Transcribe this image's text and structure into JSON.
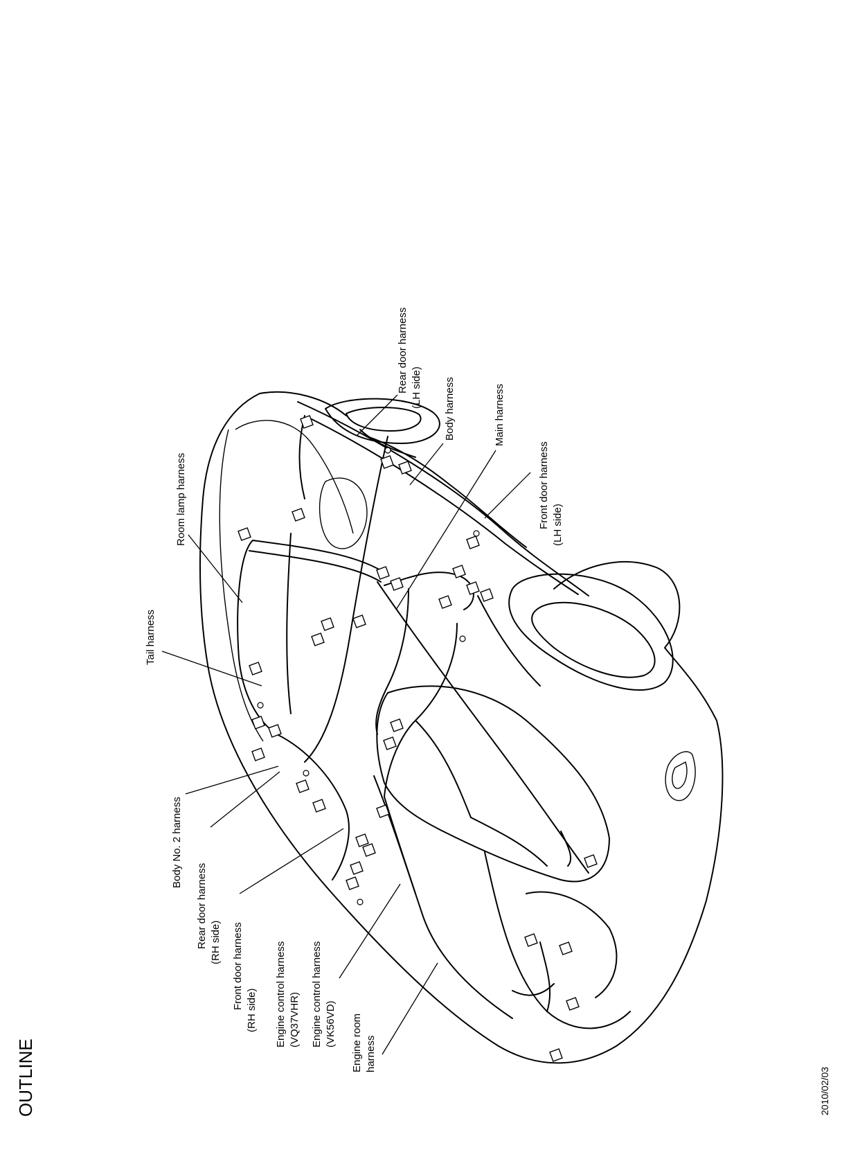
{
  "page": {
    "title": "OUTLINE",
    "date": "2010/02/03"
  },
  "labels": {
    "tail_harness": [
      "Tail harness"
    ],
    "room_lamp_harness": [
      "Room lamp harness"
    ],
    "rear_door_lh": [
      "Rear door harness",
      "(LH side)"
    ],
    "body_harness": [
      "Body harness"
    ],
    "main_harness": [
      "Main harness"
    ],
    "front_door_lh": [
      "Front door harness",
      "(LH side)"
    ],
    "body_no2_harness": [
      "Body No. 2 harness"
    ],
    "rear_door_rh": [
      "Rear door harness",
      "(RH side)"
    ],
    "front_door_rh": [
      "Front door harness",
      "(RH side)"
    ],
    "engine_control_vq": [
      "Engine control harness",
      "(VQ37VHR)"
    ],
    "engine_control_vk": [
      "Engine control harness",
      "(VK56VD)"
    ],
    "engine_room": [
      "Engine room",
      "harness"
    ]
  }
}
